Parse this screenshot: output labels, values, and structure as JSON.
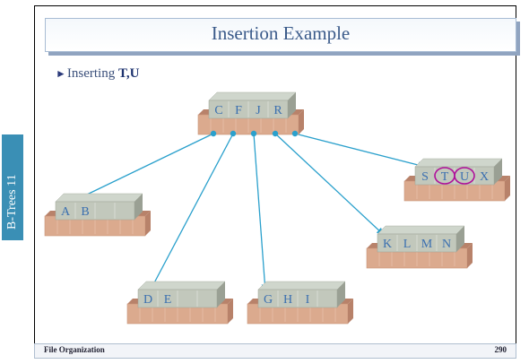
{
  "slide": {
    "title": "Insertion Example",
    "subtitle_prefix": "Inserting ",
    "subtitle_keys": "T,U",
    "side_label": "B-Trees   11",
    "footer_left": "File Organization",
    "footer_right": "290"
  },
  "colors": {
    "box_top": "#cfd6cc",
    "box_front": "#c2c8bc",
    "box_side": "#9aa094",
    "tray": "#dbaa8e",
    "tray_dark": "#b8826a",
    "connector": "#2aa0cc",
    "key_text": "#3a6fb0",
    "highlight": "#b0109a",
    "side_tab": "#3a8fb5"
  },
  "tree": {
    "root": {
      "keys": [
        "C",
        "F",
        "J",
        "R"
      ]
    },
    "leaves": [
      {
        "id": "leaf-ab",
        "keys": [
          "A",
          "B"
        ]
      },
      {
        "id": "leaf-de",
        "keys": [
          "D",
          "E"
        ]
      },
      {
        "id": "leaf-ghi",
        "keys": [
          "G",
          "H",
          "I"
        ]
      },
      {
        "id": "leaf-klmn",
        "keys": [
          "K",
          "L",
          "M",
          "N"
        ]
      },
      {
        "id": "leaf-stux",
        "keys": [
          "S",
          "T",
          "U",
          "X"
        ],
        "highlighted_keys": [
          "T",
          "U"
        ]
      }
    ]
  }
}
